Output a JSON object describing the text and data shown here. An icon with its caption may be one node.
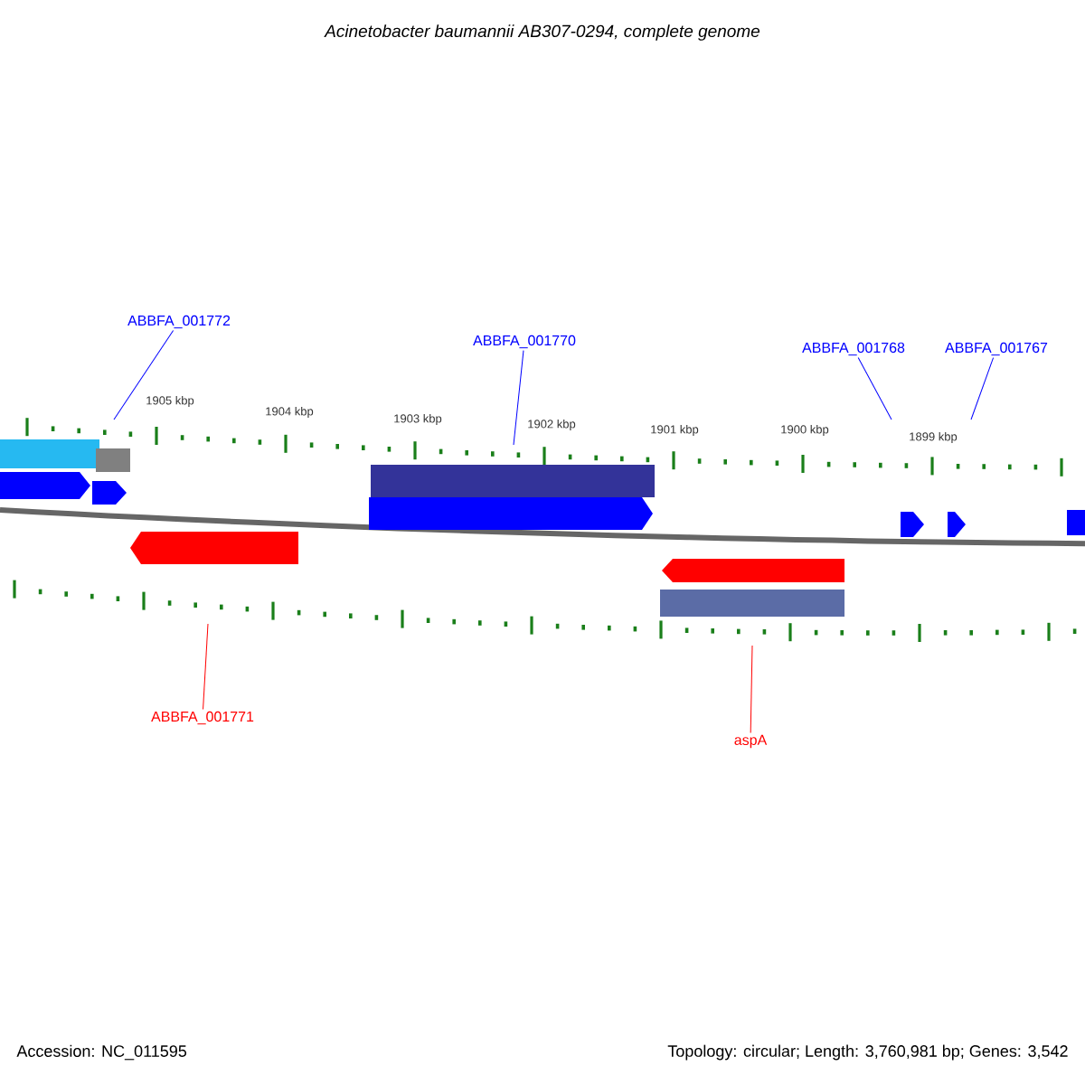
{
  "diagram": {
    "title": "Acinetobacter baumannii AB307-0294, complete genome",
    "nodes": [
      {
        "text": [
          "ABBFA_001772"
        ]
      },
      {
        "text": [
          "ABBFA_001770"
        ]
      },
      {
        "text": [
          "ABBFA_001768"
        ]
      },
      {
        "text": [
          "ABBFA_001767"
        ]
      },
      {
        "text": [
          "ABBFA_001771"
        ]
      },
      {
        "text": [
          "aspA"
        ]
      }
    ],
    "edges": [
      {
        "from": 0,
        "to": null,
        "arrow": "none"
      },
      {
        "from": 1,
        "to": null,
        "arrow": "none"
      },
      {
        "from": 2,
        "to": null,
        "arrow": "none"
      },
      {
        "from": 3,
        "to": null,
        "arrow": "none"
      },
      {
        "from": 4,
        "to": null,
        "arrow": "none",
        "color": "#ff0000"
      },
      {
        "from": 5,
        "to": null,
        "arrow": "none",
        "color": "#ff0000"
      }
    ],
    "labels": [
      "1905 kbp",
      "1904 kbp",
      "1903 kbp",
      "1902 kbp",
      "1901 kbp",
      "1900 kbp",
      "1899 kbp",
      "Accession: NC_011595",
      "Topology: circular; Length: 3,760,981 bp; Genes: 3,542"
    ]
  }
}
